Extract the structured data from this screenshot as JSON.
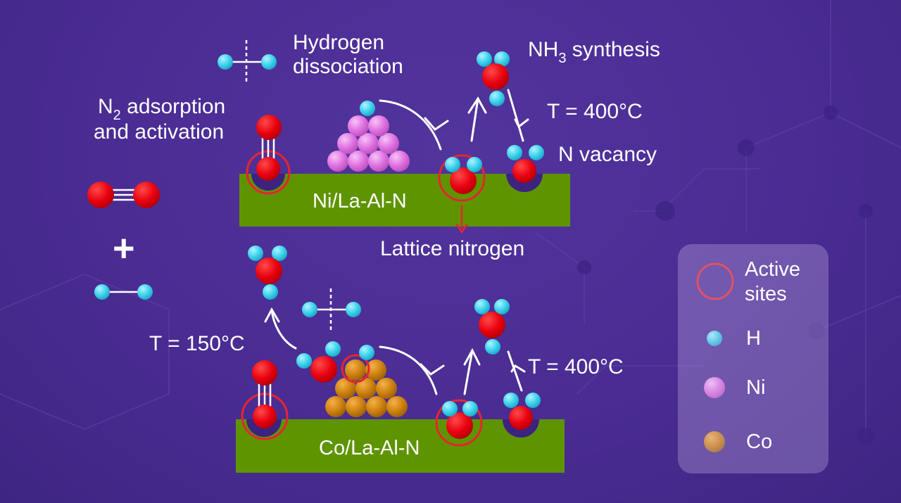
{
  "labels": {
    "hydrogen_dissociation": "Hydrogen\ndissociation",
    "nh3_prefix": "NH",
    "nh3_subscript": "3",
    "nh3_suffix": " synthesis",
    "n2_prefix": "N",
    "n2_subscript": "2",
    "n2_suffix": " adsorption",
    "and_activation": "and activation",
    "temp_top": "T = 400°C",
    "n_vacancy": "N vacancy",
    "lattice_nitrogen": "Lattice nitrogen",
    "temp_low": "T = 150°C",
    "temp_bottom": "T = 400°C",
    "plus": "+"
  },
  "surfaces": {
    "top": "Ni/La-Al-N",
    "bottom": "Co/La-Al-N"
  },
  "legend": {
    "items": [
      {
        "label": "Active\nsites",
        "icon": "active-site-ring-icon"
      },
      {
        "label": "H",
        "icon": "hydrogen-atom-icon"
      },
      {
        "label": "Ni",
        "icon": "nickel-atom-icon"
      },
      {
        "label": "Co",
        "icon": "cobalt-atom-icon"
      }
    ]
  },
  "colors": {
    "background": "#4a2c93",
    "surface": "#5e9400",
    "nitrogen": "#e8000e",
    "hydrogen": "#3fd3ee",
    "nickel": "#e173e3",
    "cobalt": "#d08310",
    "active_ring": "#e8242f",
    "lattice_arrow": "#e8242f"
  }
}
